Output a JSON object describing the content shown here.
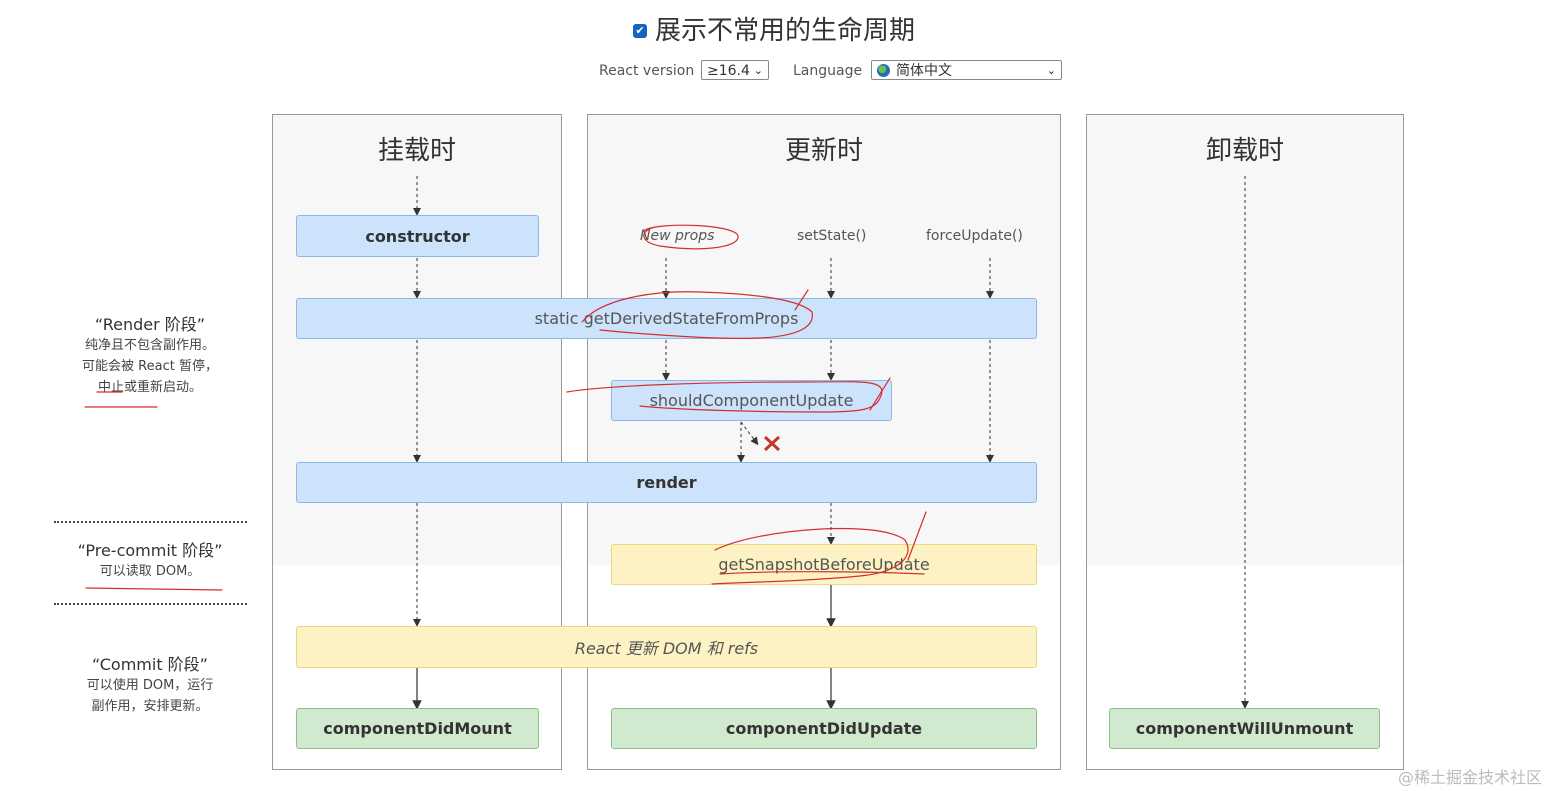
{
  "header": {
    "checkbox_glyph": "✔",
    "title": "展示不常用的生命周期",
    "react_version_label": "React version",
    "react_version_value": "≥16.4",
    "language_label": "Language",
    "language_value": "简体中文"
  },
  "columns": {
    "mount": "挂载时",
    "update": "更新时",
    "unmount": "卸载时"
  },
  "triggers": {
    "new_props": "New props",
    "set_state": "setState()",
    "force_update": "forceUpdate()"
  },
  "boxes": {
    "constructor": "constructor",
    "get_derived_state": "static getDerivedStateFromProps",
    "should_component_update": "shouldComponentUpdate",
    "render": "render",
    "get_snapshot": "getSnapshotBeforeUpdate",
    "react_updates_dom": "React 更新 DOM 和 refs",
    "component_did_mount": "componentDidMount",
    "component_did_update": "componentDidUpdate",
    "component_will_unmount": "componentWillUnmount"
  },
  "phases": {
    "render": {
      "title": "“Render 阶段”",
      "lines": [
        "纯净且不包含副作用。",
        "可能会被 React 暂停，",
        "中止或重新启动。"
      ]
    },
    "precommit": {
      "title": "“Pre-commit 阶段”",
      "lines": [
        "可以读取 DOM。"
      ]
    },
    "commit": {
      "title": "“Commit 阶段”",
      "lines": [
        "可以使用 DOM，运行",
        "副作用，安排更新。"
      ]
    }
  },
  "watermark": "@稀土掘金技术社区",
  "colors": {
    "blue_box": "#cce3fb",
    "yellow_box": "#fdf2c4",
    "green_box": "#d1e9cf",
    "annotation": "#d32f2f"
  }
}
